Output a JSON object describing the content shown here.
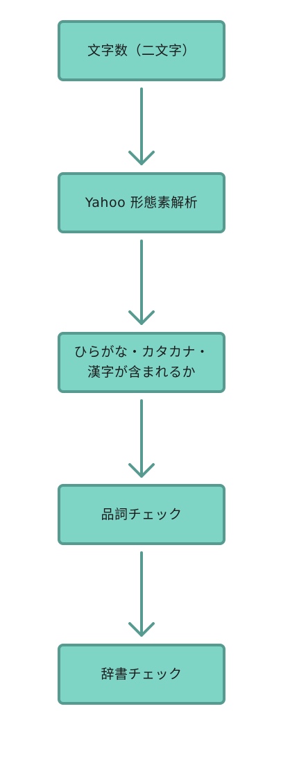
{
  "diagram": {
    "nodes": [
      {
        "id": "n1",
        "lines": [
          "文字数（二文字）"
        ]
      },
      {
        "id": "n2",
        "lines": [
          "Yahoo 形態素解析"
        ]
      },
      {
        "id": "n3",
        "lines": [
          "ひらがな・カタカナ・",
          "漢字が含まれるか"
        ]
      },
      {
        "id": "n4",
        "lines": [
          "品詞チェック"
        ]
      },
      {
        "id": "n5",
        "lines": [
          "辞書チェック"
        ]
      }
    ],
    "edges": [
      {
        "from": "n1",
        "to": "n2"
      },
      {
        "from": "n2",
        "to": "n3"
      },
      {
        "from": "n3",
        "to": "n4"
      },
      {
        "from": "n4",
        "to": "n5"
      }
    ],
    "colors": {
      "node_fill": "#7ed5c6",
      "node_border": "#579b90",
      "arrow": "#579b90",
      "text": "#1c1c1c"
    }
  }
}
